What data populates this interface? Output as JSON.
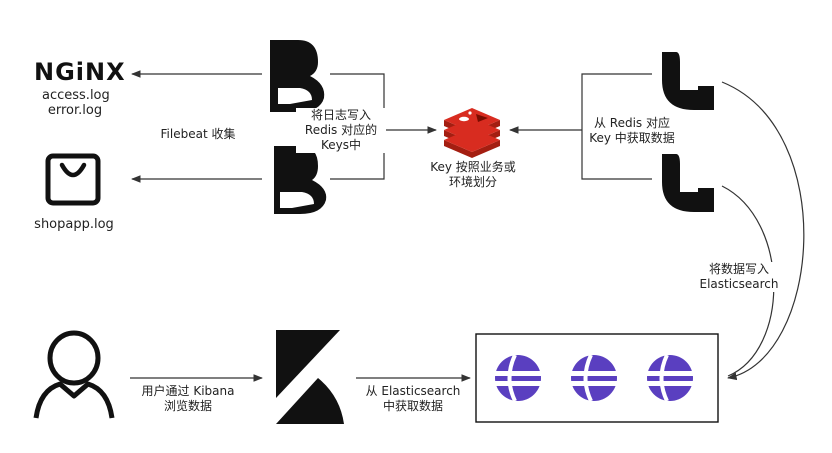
{
  "nginx": {
    "logo_text": "NGiNX",
    "logs": [
      "access.log",
      "error.log"
    ]
  },
  "shopapp": {
    "log": "shopapp.log"
  },
  "filebeat_collect": "Filebeat 收集",
  "write_redis": [
    "将日志写入",
    "Redis 对应的",
    "Keys中"
  ],
  "redis_partition": [
    "Key 按照业务或",
    "环境划分"
  ],
  "fetch_from_redis": [
    "从 Redis 对应",
    "Key 中获取数据"
  ],
  "write_es": [
    "将数据写入",
    "Elasticsearch"
  ],
  "user_browse": [
    "用户通过 Kibana",
    "浏览数据"
  ],
  "fetch_from_es": [
    "从 Elasticsearch",
    "中获取数据"
  ],
  "colors": {
    "redis": "#d82c20",
    "elastic": "#5a3fc0",
    "icon": "#111111",
    "line": "#333333"
  }
}
